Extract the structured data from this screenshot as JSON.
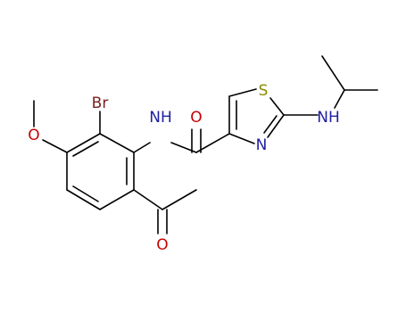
{
  "colors": {
    "carbon": "#000000",
    "nitrogen": "#1f1fa0",
    "oxygen": "#c80000",
    "sulfur": "#8a8a00",
    "bromine": "#7a2020",
    "background": "#ffffff"
  },
  "atoms": {
    "bromine": "Br",
    "methoxy_oxygen": "O",
    "amide_nh": "NH",
    "amide_oxygen": "O",
    "acetyl_oxygen": "O",
    "thiazole_sulfur": "S",
    "thiazole_nitrogen": "N",
    "isopropylamino_nh": "NH"
  }
}
